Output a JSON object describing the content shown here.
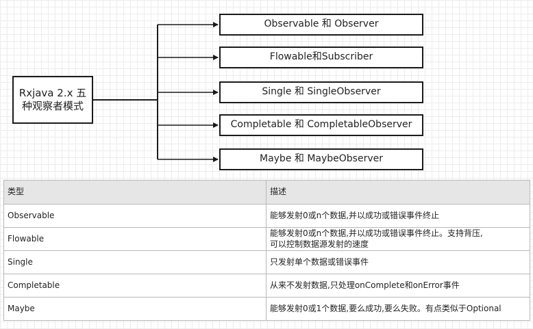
{
  "diagram": {
    "root_label": "Rxjava 2.x 五种观察者模式",
    "children": [
      "Observable 和 Observer",
      "Flowable和Subscriber",
      "Single 和 SingleObserver",
      "Completable 和 CompletableObserver",
      "Maybe 和 MaybeObserver"
    ],
    "line_color": "#1a1a1a"
  },
  "table": {
    "headers": [
      "类型",
      "描述"
    ],
    "rows": [
      {
        "type": "Observable",
        "desc": "能够发射0或n个数据,并以成功或错误事件终止"
      },
      {
        "type": "Flowable",
        "desc": "能够发射0或n个数据,并以成功或错误事件终止。支持背压,\n可以控制数据源发射的速度"
      },
      {
        "type": "Single",
        "desc": "只发射单个数据或错误事件"
      },
      {
        "type": "Completable",
        "desc": "从来不发射数据,只处理onComplete和onError事件"
      },
      {
        "type": "Maybe",
        "desc": "能够发射0或1个数据,要么成功,要么失败。有点类似于Optional"
      }
    ]
  }
}
